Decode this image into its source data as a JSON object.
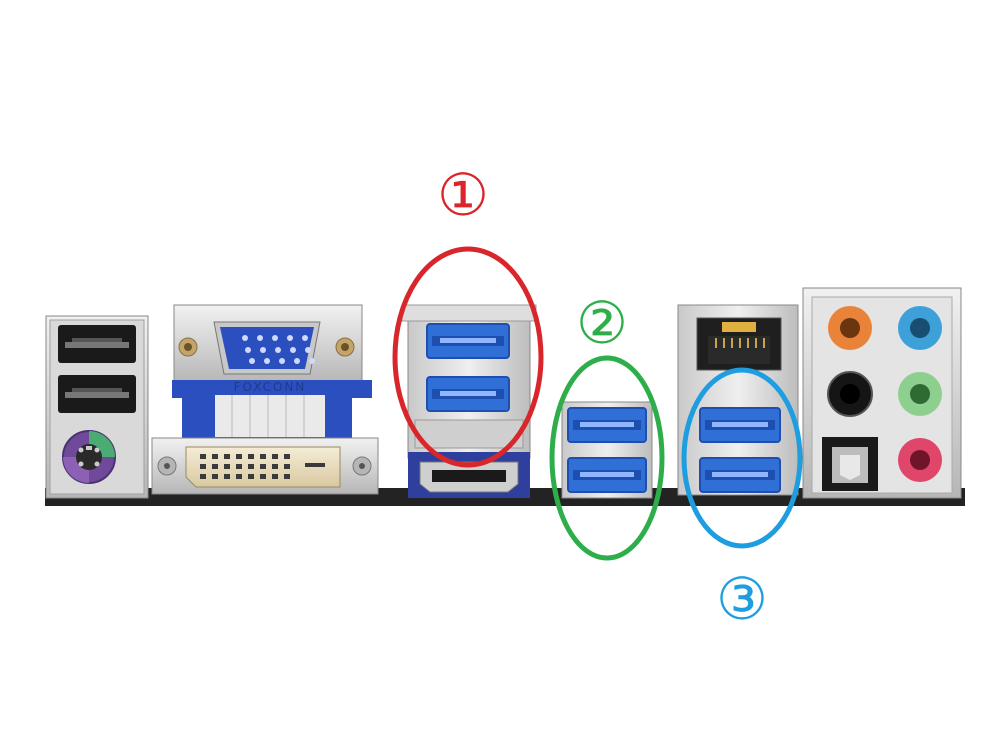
{
  "callouts": [
    {
      "label": "①",
      "color": "#d9262b"
    },
    {
      "label": "②",
      "color": "#2eae4a"
    },
    {
      "label": "③",
      "color": "#1e9ee0"
    }
  ],
  "brand_text": "FOXCONN",
  "colors": {
    "usb_blue": "#2f6fd6",
    "usb_black": "#1a1a1a",
    "vga_blue": "#2c4fbf",
    "ps2_purple": "#8d5fb5",
    "ps2_green": "#4aab73",
    "audio_orange": "#e9833a",
    "audio_blue": "#3ea0d8",
    "audio_black": "#151515",
    "audio_green": "#8ccf8e",
    "audio_pink": "#e0456a",
    "pcb": "#232323"
  }
}
